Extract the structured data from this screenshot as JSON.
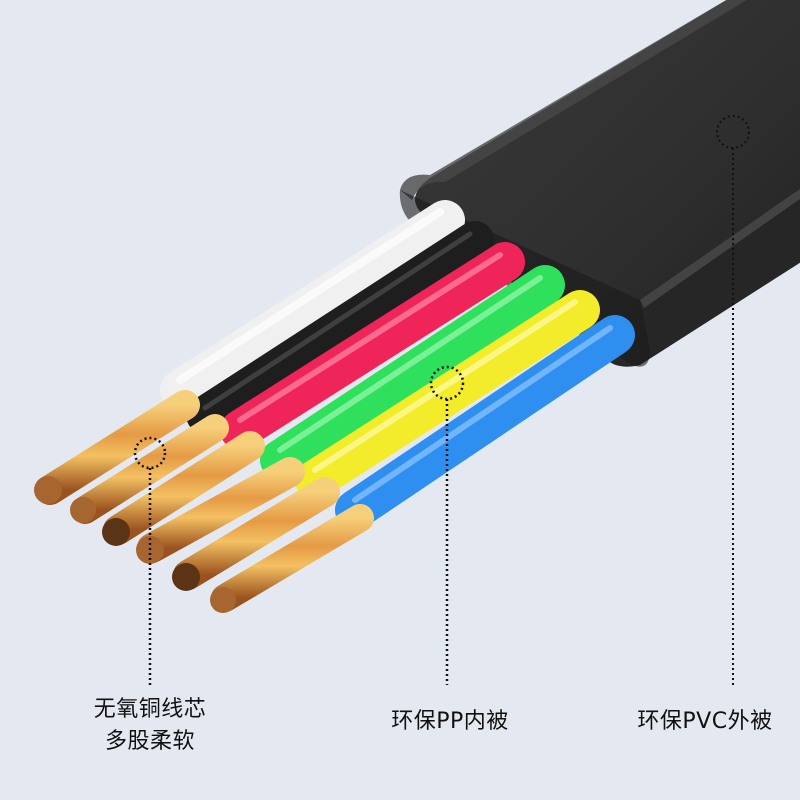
{
  "product": "flat multi-core cable cross-section",
  "colors": {
    "background": "#e4e8f0",
    "jacket": "#2e2e2e",
    "jacket_highlight": "#4a4a4a",
    "copper": "#d58a3a",
    "copper_light": "#f4c36a",
    "copper_dark": "#8a4a1c",
    "annotation_line": "#111111"
  },
  "cores": [
    {
      "name": "white",
      "color": "#f2f2f2"
    },
    {
      "name": "black",
      "color": "#1c1c1c"
    },
    {
      "name": "red",
      "color": "#f0245a"
    },
    {
      "name": "green",
      "color": "#2ee05a"
    },
    {
      "name": "yellow",
      "color": "#f4ee2a"
    },
    {
      "name": "blue",
      "color": "#2f8ff0"
    }
  ],
  "annotations": {
    "copper": {
      "line1": "无氧铜线芯",
      "line2": "多股柔软"
    },
    "inner_insulation": {
      "text": "环保PP内被"
    },
    "outer_sheath": {
      "text": "环保PVC外被"
    }
  }
}
